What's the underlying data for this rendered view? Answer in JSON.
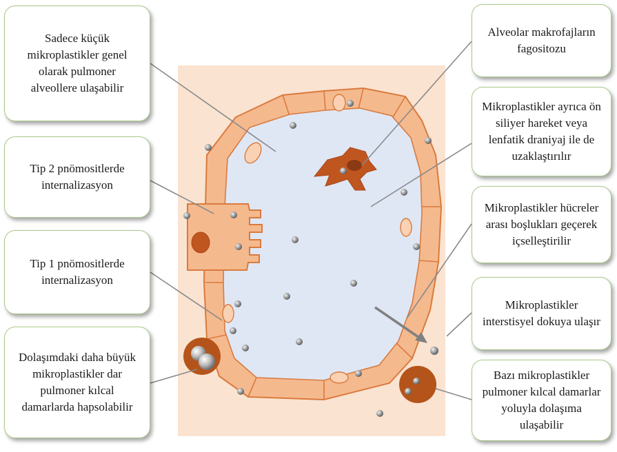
{
  "callouts": {
    "small_reach_alveoli": [
      "Sadece küçük",
      "mikroplastikler genel",
      "olarak pulmoner",
      "alveollere ulaşabilir"
    ],
    "type2_internalization": [
      "Tip 2 pnömositlerde",
      "internalizasyon"
    ],
    "type1_internalization": [
      "Tip 1 pnömositlerde",
      "internalizasyon"
    ],
    "trapped_capillaries": [
      "Dolaşımdaki daha büyük",
      "mikroplastikler dar",
      "pulmoner kılcal",
      "damarlarda hapsolabilir"
    ],
    "macrophage_phagocytosis": [
      "Alveolar makrofajların",
      "fagositozu"
    ],
    "ciliary_lymphatic_clearance": [
      "Mikroplastikler ayrıca ön",
      "siliyer hareket veya",
      "lenfatik draniyaj ile de",
      "uzaklaştırılır"
    ],
    "intercellular_passage": [
      "Mikroplastikler hücreler",
      "arası boşlukları geçerek",
      "içselleştirilir"
    ],
    "reach_interstitial": [
      "Mikroplastikler",
      "interstisyel dokuya ulaşır"
    ],
    "reach_circulation": [
      "Bazı mikroplastikler",
      "pulmoner kılcal damarlar",
      "yoluyla dolaşıma ulaşabilir"
    ]
  },
  "colors": {
    "background_tissue": "#fae3d0",
    "alveolar_wall": "#f5b98e",
    "wall_stroke": "#d97a3d",
    "alveolar_lumen": "#dfe7f5",
    "macrophage": "#c0561f",
    "capillary": "#b5541a",
    "microplastic": "#9a9a9a",
    "leader_line": "#8a8a8a",
    "callout_border": "#a9c98a"
  }
}
